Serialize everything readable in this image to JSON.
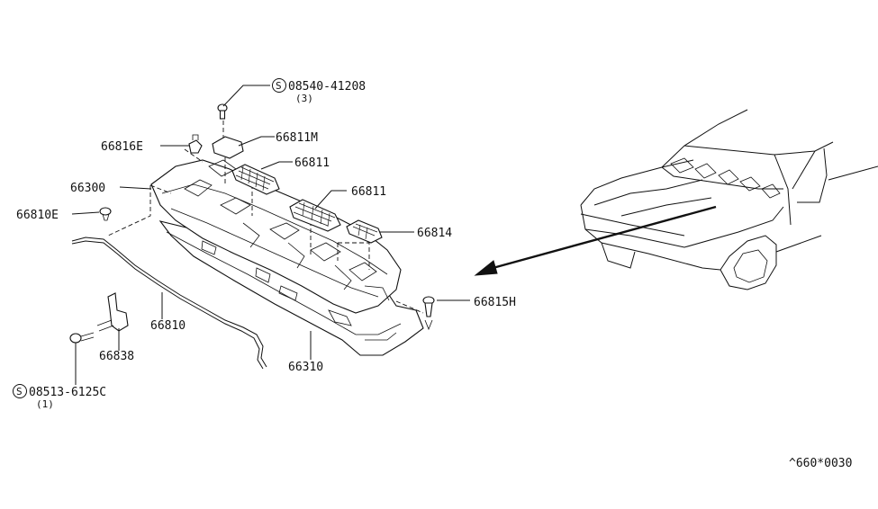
{
  "callouts": {
    "screw_top": {
      "symbol": "S",
      "number": "08540-41208",
      "qty": "(3)"
    },
    "cover": "66811M",
    "clip_left": "66816E",
    "grille_a": "66811",
    "grille_b": "66811",
    "panel_upper": "66300",
    "grommet": "66810E",
    "grille_c": "66814",
    "fastener_right": "66815H",
    "seal": "66810",
    "bracket": "66838",
    "panel_lower": "66310",
    "screw_bottom": {
      "symbol": "S",
      "number": "08513-6125C",
      "qty": "(1)"
    }
  },
  "drawing_code": "^660*0030"
}
